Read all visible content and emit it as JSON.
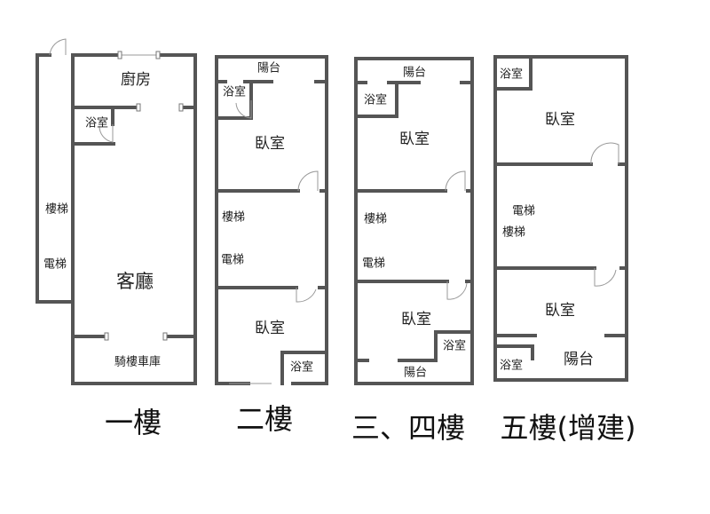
{
  "floors": [
    {
      "title": "一樓",
      "rooms": {
        "kitchen": "廚房",
        "bath": "浴室",
        "stairs": "樓梯",
        "elevator": "電梯",
        "living": "客廳",
        "garage": "騎樓車庫"
      }
    },
    {
      "title": "二樓",
      "rooms": {
        "balcony": "陽台",
        "bath1": "浴室",
        "bedroom1": "臥室",
        "stairs": "樓梯",
        "elevator": "電梯",
        "bedroom2": "臥室",
        "bath2": "浴室"
      }
    },
    {
      "title": "三、四樓",
      "rooms": {
        "balcony1": "陽台",
        "bath1": "浴室",
        "bedroom1": "臥室",
        "stairs": "樓梯",
        "elevator": "電梯",
        "bedroom2": "臥室",
        "bath2": "浴室",
        "balcony2": "陽台"
      }
    },
    {
      "title": "五樓(增建)",
      "rooms": {
        "bath1": "浴室",
        "bedroom1": "臥室",
        "elevator": "電梯",
        "stairs": "樓梯",
        "bedroom2": "臥室",
        "balcony": "陽台",
        "bath2": "浴室"
      }
    }
  ]
}
